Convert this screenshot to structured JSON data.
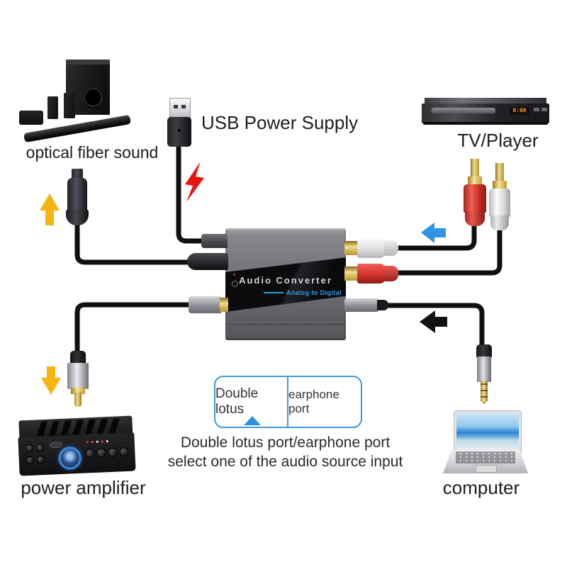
{
  "page": {
    "background": "#ffffff"
  },
  "labels": {
    "optical_fiber_sound": "optical fiber sound",
    "usb_power_supply": "USB Power Supply",
    "tv_player": "TV/Player",
    "power_amplifier": "power amplifier",
    "computer": "computer"
  },
  "device": {
    "name": "Audio Converter",
    "subtitle": "Analog to Digital"
  },
  "tv_player": {
    "led_display": "8:88"
  },
  "selector_table": {
    "cells": [
      {
        "label": "Double lotus"
      },
      {
        "label": "earphone port"
      }
    ]
  },
  "caption": {
    "line1": "Double lotus port/earphone port",
    "line2": "select one of the audio source input"
  },
  "colors": {
    "accent_blue": "#2e96e2",
    "arrow_yellow": "#f7b411",
    "bolt_red": "#e81410",
    "cable_black": "#0f0f0f",
    "rca_red": "#d8322c",
    "rca_white": "#f0f0f0",
    "gold": "#d7b356"
  },
  "icons": {
    "power_surge": "lightning-bolt-icon",
    "optical_direction": "arrow-up-icon",
    "amp_direction": "arrow-down-icon",
    "rca_direction": "arrow-left-blue-icon",
    "aux_direction": "arrow-left-black-icon",
    "selector_indicator": "up-triangle-icon"
  }
}
